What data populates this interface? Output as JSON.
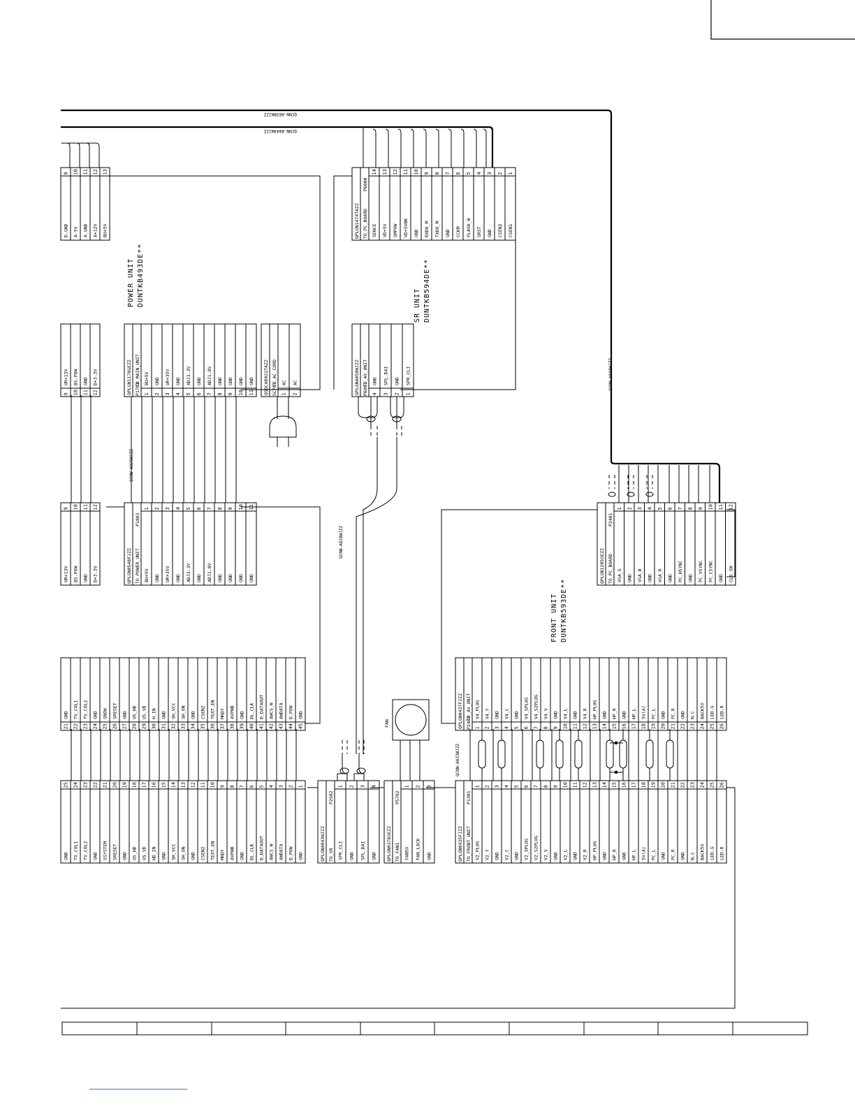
{
  "cables": {
    "top1": "QCNW-A838WJZZ",
    "top2": "QCNW-A844WJZZ",
    "power": "QCNW-A826WJZZ",
    "sr": "QCNW-A828WJZZ",
    "right": "QCNW-A838WJZZ",
    "front": "QCNW-A833WJZZ"
  },
  "units": {
    "power": {
      "line1": "POWER UNIT",
      "line2": "DUNTKB493DE**"
    },
    "sr": {
      "line1": "SR UNIT",
      "line2": "DUNTKB594DE**"
    },
    "front": {
      "line1": "FRONT UNIT",
      "line2": "DUNTKB593DE**"
    }
  },
  "fan_label": "FAN",
  "connectors": [
    {
      "id": "main-top",
      "part": "",
      "name": "",
      "ref": "",
      "pins": [
        [
          "9",
          "D.GND"
        ],
        [
          "10",
          "A-5V"
        ],
        [
          "11",
          "A.GND"
        ],
        [
          "12",
          "A+12V"
        ],
        [
          "13",
          "BU+5V"
        ]
      ]
    },
    {
      "id": "main-mid",
      "part": "",
      "name": "",
      "ref": "",
      "pins": [
        [
          "9",
          "UR+13V"
        ],
        [
          "10",
          "BS.POW"
        ],
        [
          "11",
          "GND"
        ],
        [
          "12",
          "D+3.3V"
        ]
      ]
    },
    {
      "id": "main-p1803-side",
      "part": "",
      "name": "",
      "ref": "",
      "pins": [
        [
          "9",
          "UR+13V"
        ],
        [
          "10",
          "BS.POW"
        ],
        [
          "11",
          "GND"
        ],
        [
          "12",
          "D+3.3V"
        ]
      ]
    },
    {
      "id": "p1703",
      "part": "QPLGN1178GEZZ",
      "name": "TO_MAIN_UNIT",
      "ref": "P1703",
      "pins": [
        [
          "1",
          "BU+5V"
        ],
        [
          "2",
          "GND"
        ],
        [
          "3",
          "UR+35V"
        ],
        [
          "4",
          "GND"
        ],
        [
          "5",
          "ADJ3.3V"
        ],
        [
          "6",
          "GND"
        ],
        [
          "7",
          "ADJ1.8V"
        ],
        [
          "8",
          "GND"
        ],
        [
          "9",
          "GND"
        ],
        [
          "10",
          "GND"
        ],
        [
          "11",
          "GND"
        ]
      ]
    },
    {
      "id": "p1803",
      "part": "QPLGN0548FJZZ",
      "name": "TO_POWER_UNIT",
      "ref": "P1803",
      "pins": [
        [
          "1",
          "BU+5V"
        ],
        [
          "2",
          "GND"
        ],
        [
          "3",
          "UR+35V"
        ],
        [
          "4",
          "GND"
        ],
        [
          "5",
          "ADJ3.3V"
        ],
        [
          "6",
          "GND"
        ],
        [
          "7",
          "ADJ1.8V"
        ],
        [
          "8",
          "GND"
        ],
        [
          "9",
          "GND"
        ],
        [
          "10",
          "GND"
        ],
        [
          "11",
          "GND"
        ]
      ]
    },
    {
      "id": "sc701",
      "part": "QSOCAD021TAZZ",
      "name": "TO_AC_CORD",
      "ref": "SC701",
      "pins": [
        [
          "1",
          "AC"
        ],
        [
          "2",
          "AC"
        ]
      ]
    },
    {
      "id": "p6001",
      "part": "QPLGNA058WJZZ",
      "name": "TO_AV_UNIT",
      "ref": "P6001",
      "pins": [
        [
          "4",
          "GND"
        ],
        [
          "3",
          "SPL_DAI"
        ],
        [
          "2",
          "GND"
        ],
        [
          "1",
          "SPR_CLI"
        ]
      ]
    },
    {
      "id": "p6000",
      "part": "QPLGN1474TAZZ",
      "name": "TO_PC_BOARD",
      "ref": "P6000",
      "pins": [
        [
          "14",
          "SENCE"
        ],
        [
          "13",
          "VD+5V"
        ],
        [
          "12",
          "SMPOW"
        ],
        [
          "11",
          "VD+5VBK"
        ],
        [
          "10",
          "GND"
        ],
        [
          "9",
          "RXDO_M"
        ],
        [
          "8",
          "TXDO_M"
        ],
        [
          "7",
          "GND"
        ],
        [
          "6",
          "CCKM"
        ],
        [
          "5",
          "FLASH_W"
        ],
        [
          "4",
          "SRST"
        ],
        [
          "3",
          "GND"
        ],
        [
          "2",
          "CSEN2"
        ],
        [
          "1",
          "CSEN1"
        ]
      ]
    },
    {
      "id": "p2401",
      "part": "QPLGN1285GEZZ",
      "name": "TO_PC_BOARD",
      "ref": "P2401",
      "pins": [
        [
          "1",
          "VGA_G"
        ],
        [
          "2",
          "GND"
        ],
        [
          "3",
          "VGA_B"
        ],
        [
          "4",
          "GND"
        ],
        [
          "5",
          "VGA_R"
        ],
        [
          "6",
          "GND"
        ],
        [
          "7",
          "PC_HSYNC"
        ],
        [
          "8",
          "GND"
        ],
        [
          "9",
          "PC_VSYNC"
        ],
        [
          "10",
          "PC_CSYNC"
        ],
        [
          "11",
          "GND"
        ],
        [
          "12",
          "CLS_SW"
        ]
      ]
    },
    {
      "id": "main-bottom",
      "part": "",
      "name": "",
      "ref": "",
      "pins": [
        [
          "21",
          "GND"
        ],
        [
          "22",
          "TV_COL1"
        ],
        [
          "23",
          "TV_COL2"
        ],
        [
          "24",
          "GND"
        ],
        [
          "25",
          "SNOW"
        ],
        [
          "26",
          "SRESET"
        ],
        [
          "27",
          "GND"
        ],
        [
          "28",
          "US_HD"
        ],
        [
          "29",
          "US_VD"
        ],
        [
          "30",
          "H_IN"
        ],
        [
          "31",
          "GND"
        ],
        [
          "32",
          "SH_VCC"
        ],
        [
          "33",
          "SH_ON"
        ],
        [
          "34",
          "GND"
        ],
        [
          "35",
          "CSEN2"
        ],
        [
          "36",
          "TEXT_EN"
        ],
        [
          "37",
          "MRDY"
        ],
        [
          "38",
          "AVPWB"
        ],
        [
          "39",
          "GND"
        ],
        [
          "40",
          "DL_CLK"
        ],
        [
          "41",
          "D_DATAOUT"
        ],
        [
          "42",
          "AWCS_W"
        ],
        [
          "43",
          "AWDATA"
        ],
        [
          "44",
          "D_POW"
        ],
        [
          "45",
          "GND"
        ]
      ]
    },
    {
      "id": "av-bottom",
      "part": "",
      "name": "",
      "ref": "",
      "pins": [
        [
          "25",
          "GND"
        ],
        [
          "24",
          "TV_COL1"
        ],
        [
          "23",
          "TV_COL2"
        ],
        [
          "22",
          "GND"
        ],
        [
          "21",
          "SSYSTEM"
        ],
        [
          "20",
          "SRESET"
        ],
        [
          "19",
          "GND"
        ],
        [
          "18",
          "US_HD"
        ],
        [
          "17",
          "US_VD"
        ],
        [
          "16",
          "HD_IN"
        ],
        [
          "15",
          "GND"
        ],
        [
          "14",
          "SH_VCC"
        ],
        [
          "13",
          "SH_ON"
        ],
        [
          "12",
          "GND"
        ],
        [
          "11",
          "CSEN2"
        ],
        [
          "10",
          "TEXT_EN"
        ],
        [
          "9",
          "MRDY"
        ],
        [
          "8",
          "AVPWB"
        ],
        [
          "7",
          "GND"
        ],
        [
          "6",
          "DL_CLK"
        ],
        [
          "5",
          "D_DATAOUT"
        ],
        [
          "4",
          "AWCS_W"
        ],
        [
          "3",
          "AWDATA"
        ],
        [
          "2",
          "D_POW"
        ],
        [
          "1",
          "GND"
        ]
      ]
    },
    {
      "id": "p2502",
      "part": "QPLGNA043WJZZ",
      "name": "TO_SR",
      "ref": "P2502",
      "pins": [
        [
          "1",
          "SPR_CLI"
        ],
        [
          "2",
          "GND"
        ],
        [
          "3",
          "SPL_DAI"
        ],
        [
          "4",
          "GND"
        ]
      ]
    },
    {
      "id": "p5702",
      "part": "QPLGN0378GEZZ",
      "name": "TO_FAN1",
      "ref": "P5702",
      "pins": [
        [
          "1",
          "FAN5V"
        ],
        [
          "2",
          "FAN_LOCK"
        ],
        [
          "3",
          "GND"
        ]
      ]
    },
    {
      "id": "p2402",
      "part": "QPLGN0437FJZZ",
      "name": "TO_AV_UNIT",
      "ref": "P2402",
      "pins": [
        [
          "1",
          "V4_PLUG"
        ],
        [
          "2",
          "V4_Y"
        ],
        [
          "3",
          "GND"
        ],
        [
          "4",
          "V4_C"
        ],
        [
          "5",
          "GND"
        ],
        [
          "6",
          "V4_SPLUG"
        ],
        [
          "7",
          "V4_S2PLUG"
        ],
        [
          "8",
          "V4_V"
        ],
        [
          "9",
          "GND"
        ],
        [
          "10",
          "V4_L"
        ],
        [
          "11",
          "GND"
        ],
        [
          "12",
          "V4_R"
        ],
        [
          "13",
          "HP_PLUG"
        ],
        [
          "14",
          "GND"
        ],
        [
          "15",
          "HP_R"
        ],
        [
          "16",
          "GND"
        ],
        [
          "17",
          "HP_L"
        ],
        [
          "18",
          "5V(A)"
        ],
        [
          "19",
          "PC_L"
        ],
        [
          "20",
          "GND"
        ],
        [
          "21",
          "PC_R"
        ],
        [
          "22",
          "GND"
        ],
        [
          "23",
          "N.C"
        ],
        [
          "24",
          "BACK5V"
        ],
        [
          "25",
          "LED.G"
        ],
        [
          "26",
          "LED.R"
        ]
      ]
    },
    {
      "id": "p1301",
      "part": "QPLGN0435FJZZ",
      "name": "TO_FRONT_UNIT",
      "ref": "P1301",
      "pins": [
        [
          "1",
          "V2_PLUG"
        ],
        [
          "2",
          "V2_Y"
        ],
        [
          "3",
          "GND"
        ],
        [
          "4",
          "V2_C"
        ],
        [
          "5",
          "GND"
        ],
        [
          "6",
          "V2_SPLUG"
        ],
        [
          "7",
          "V2_S2PLUG"
        ],
        [
          "8",
          "V2_V"
        ],
        [
          "9",
          "GND"
        ],
        [
          "10",
          "V2_L"
        ],
        [
          "11",
          "GND"
        ],
        [
          "12",
          "V2_R"
        ],
        [
          "13",
          "HP_PLUG"
        ],
        [
          "14",
          "GND"
        ],
        [
          "15",
          "HP_R"
        ],
        [
          "16",
          "GND"
        ],
        [
          "17",
          "HP_L"
        ],
        [
          "18",
          "5V(A)"
        ],
        [
          "19",
          "PC_L"
        ],
        [
          "20",
          "GND"
        ],
        [
          "21",
          "PC_R"
        ],
        [
          "22",
          "GND"
        ],
        [
          "23",
          "N.C"
        ],
        [
          "24",
          "BACK5V"
        ],
        [
          "25",
          "LED.G"
        ],
        [
          "26",
          "LED.R"
        ]
      ]
    }
  ]
}
